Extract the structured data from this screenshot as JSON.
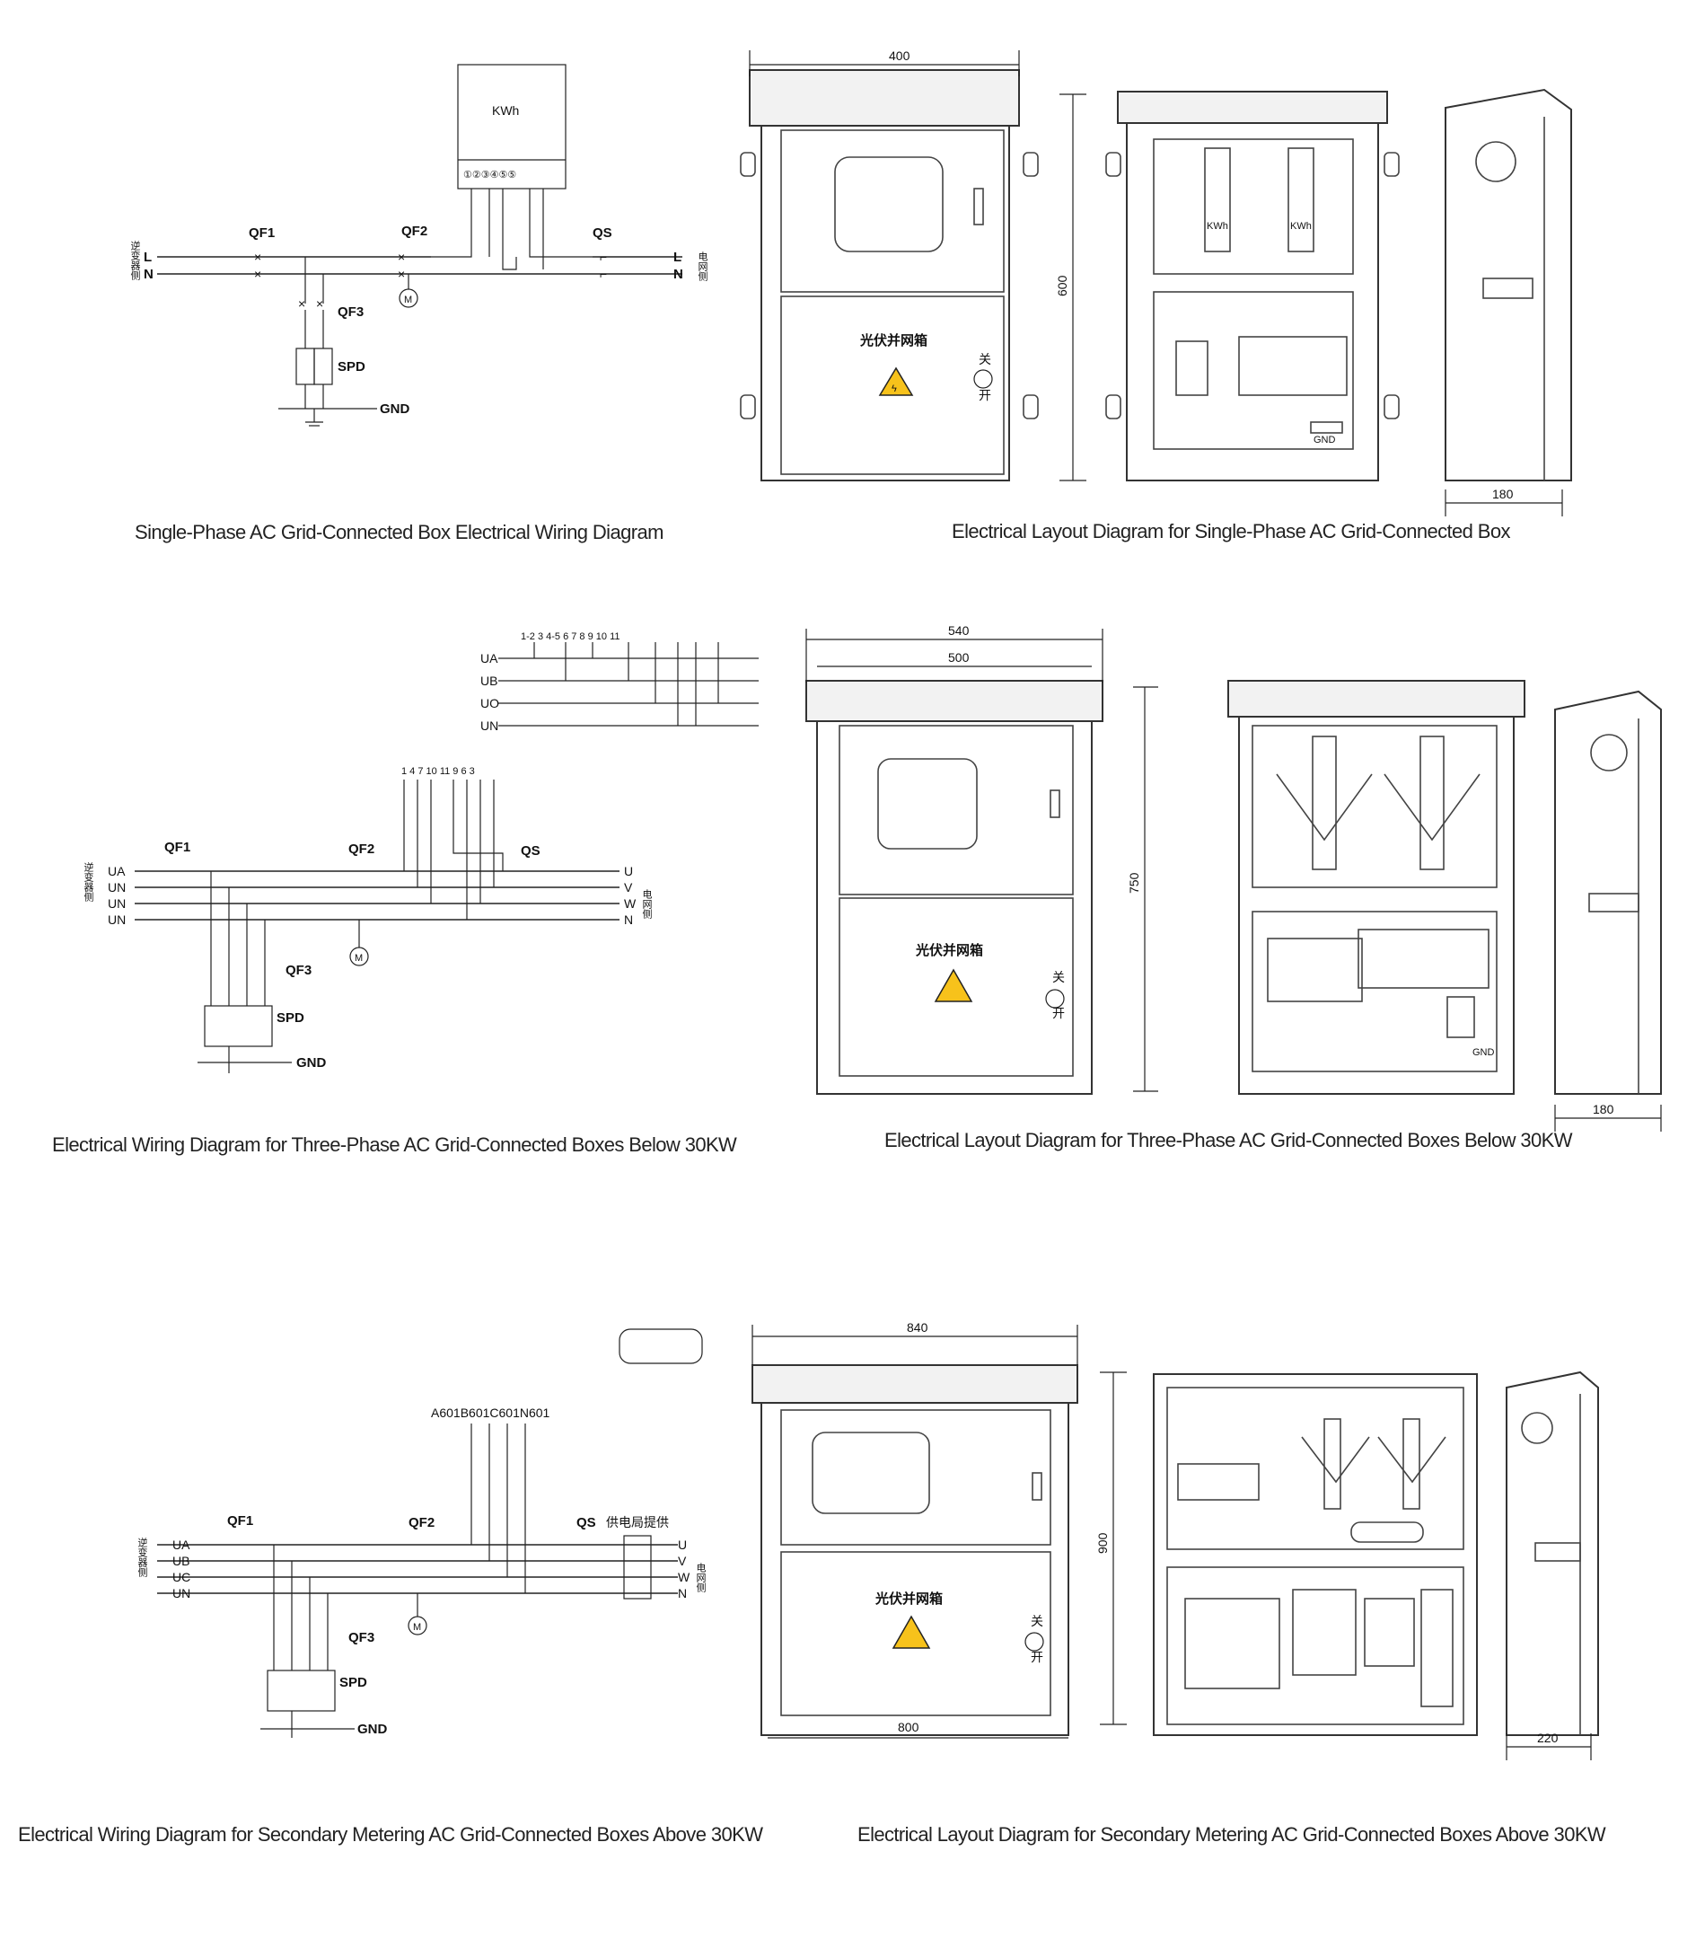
{
  "captions": {
    "c1": "Single-Phase AC Grid-Connected Box Electrical Wiring Diagram",
    "c2": "Electrical Layout Diagram for Single-Phase AC Grid-Connected Box",
    "c3": "Electrical Wiring Diagram for Three-Phase AC Grid-Connected Boxes Below 30KW",
    "c4": "Electrical Layout Diagram for Three-Phase AC Grid-Connected Boxes Below 30KW",
    "c5": "Electrical Wiring Diagram for Secondary Metering AC Grid-Connected Boxes Above 30KW",
    "c6": "Electrical Layout Diagram for Secondary Metering AC Grid-Connected Boxes Above 30KW"
  },
  "labels": {
    "kwh": "KWh",
    "terminals_1": "①②③④⑤⑤",
    "qf1": "QF1",
    "qf2": "QF2",
    "qf3": "QF3",
    "qs": "QS",
    "spd": "SPD",
    "gnd": "GND",
    "meter": "M",
    "l": "L",
    "n": "N",
    "inverter_side": "逆变器侧",
    "grid_side": "电网侧",
    "ua": "UA",
    "ub": "UB",
    "uc": "UC",
    "un": "UN",
    "uo": "UO",
    "u": "U",
    "v": "V",
    "w": "W",
    "terminals_3": "1-2 3 4-5 6 7 8 9 10 11",
    "terminals_3b": "1 4 7 10 11 9 6 3",
    "power_supply": "供电局提供",
    "a601": "A601B601C601N601",
    "box_title": "光伏并网箱",
    "switch_off": "关",
    "switch_on": "开"
  },
  "dims": {
    "d1_w": "400",
    "d1_h": "600",
    "d1_side": "180",
    "d2_w_outer": "540",
    "d2_w_inner": "500",
    "d2_h": "750",
    "d2_side": "180",
    "d3_w_top": "840",
    "d3_w_bottom": "800",
    "d3_h": "900",
    "d3_side": "220"
  }
}
